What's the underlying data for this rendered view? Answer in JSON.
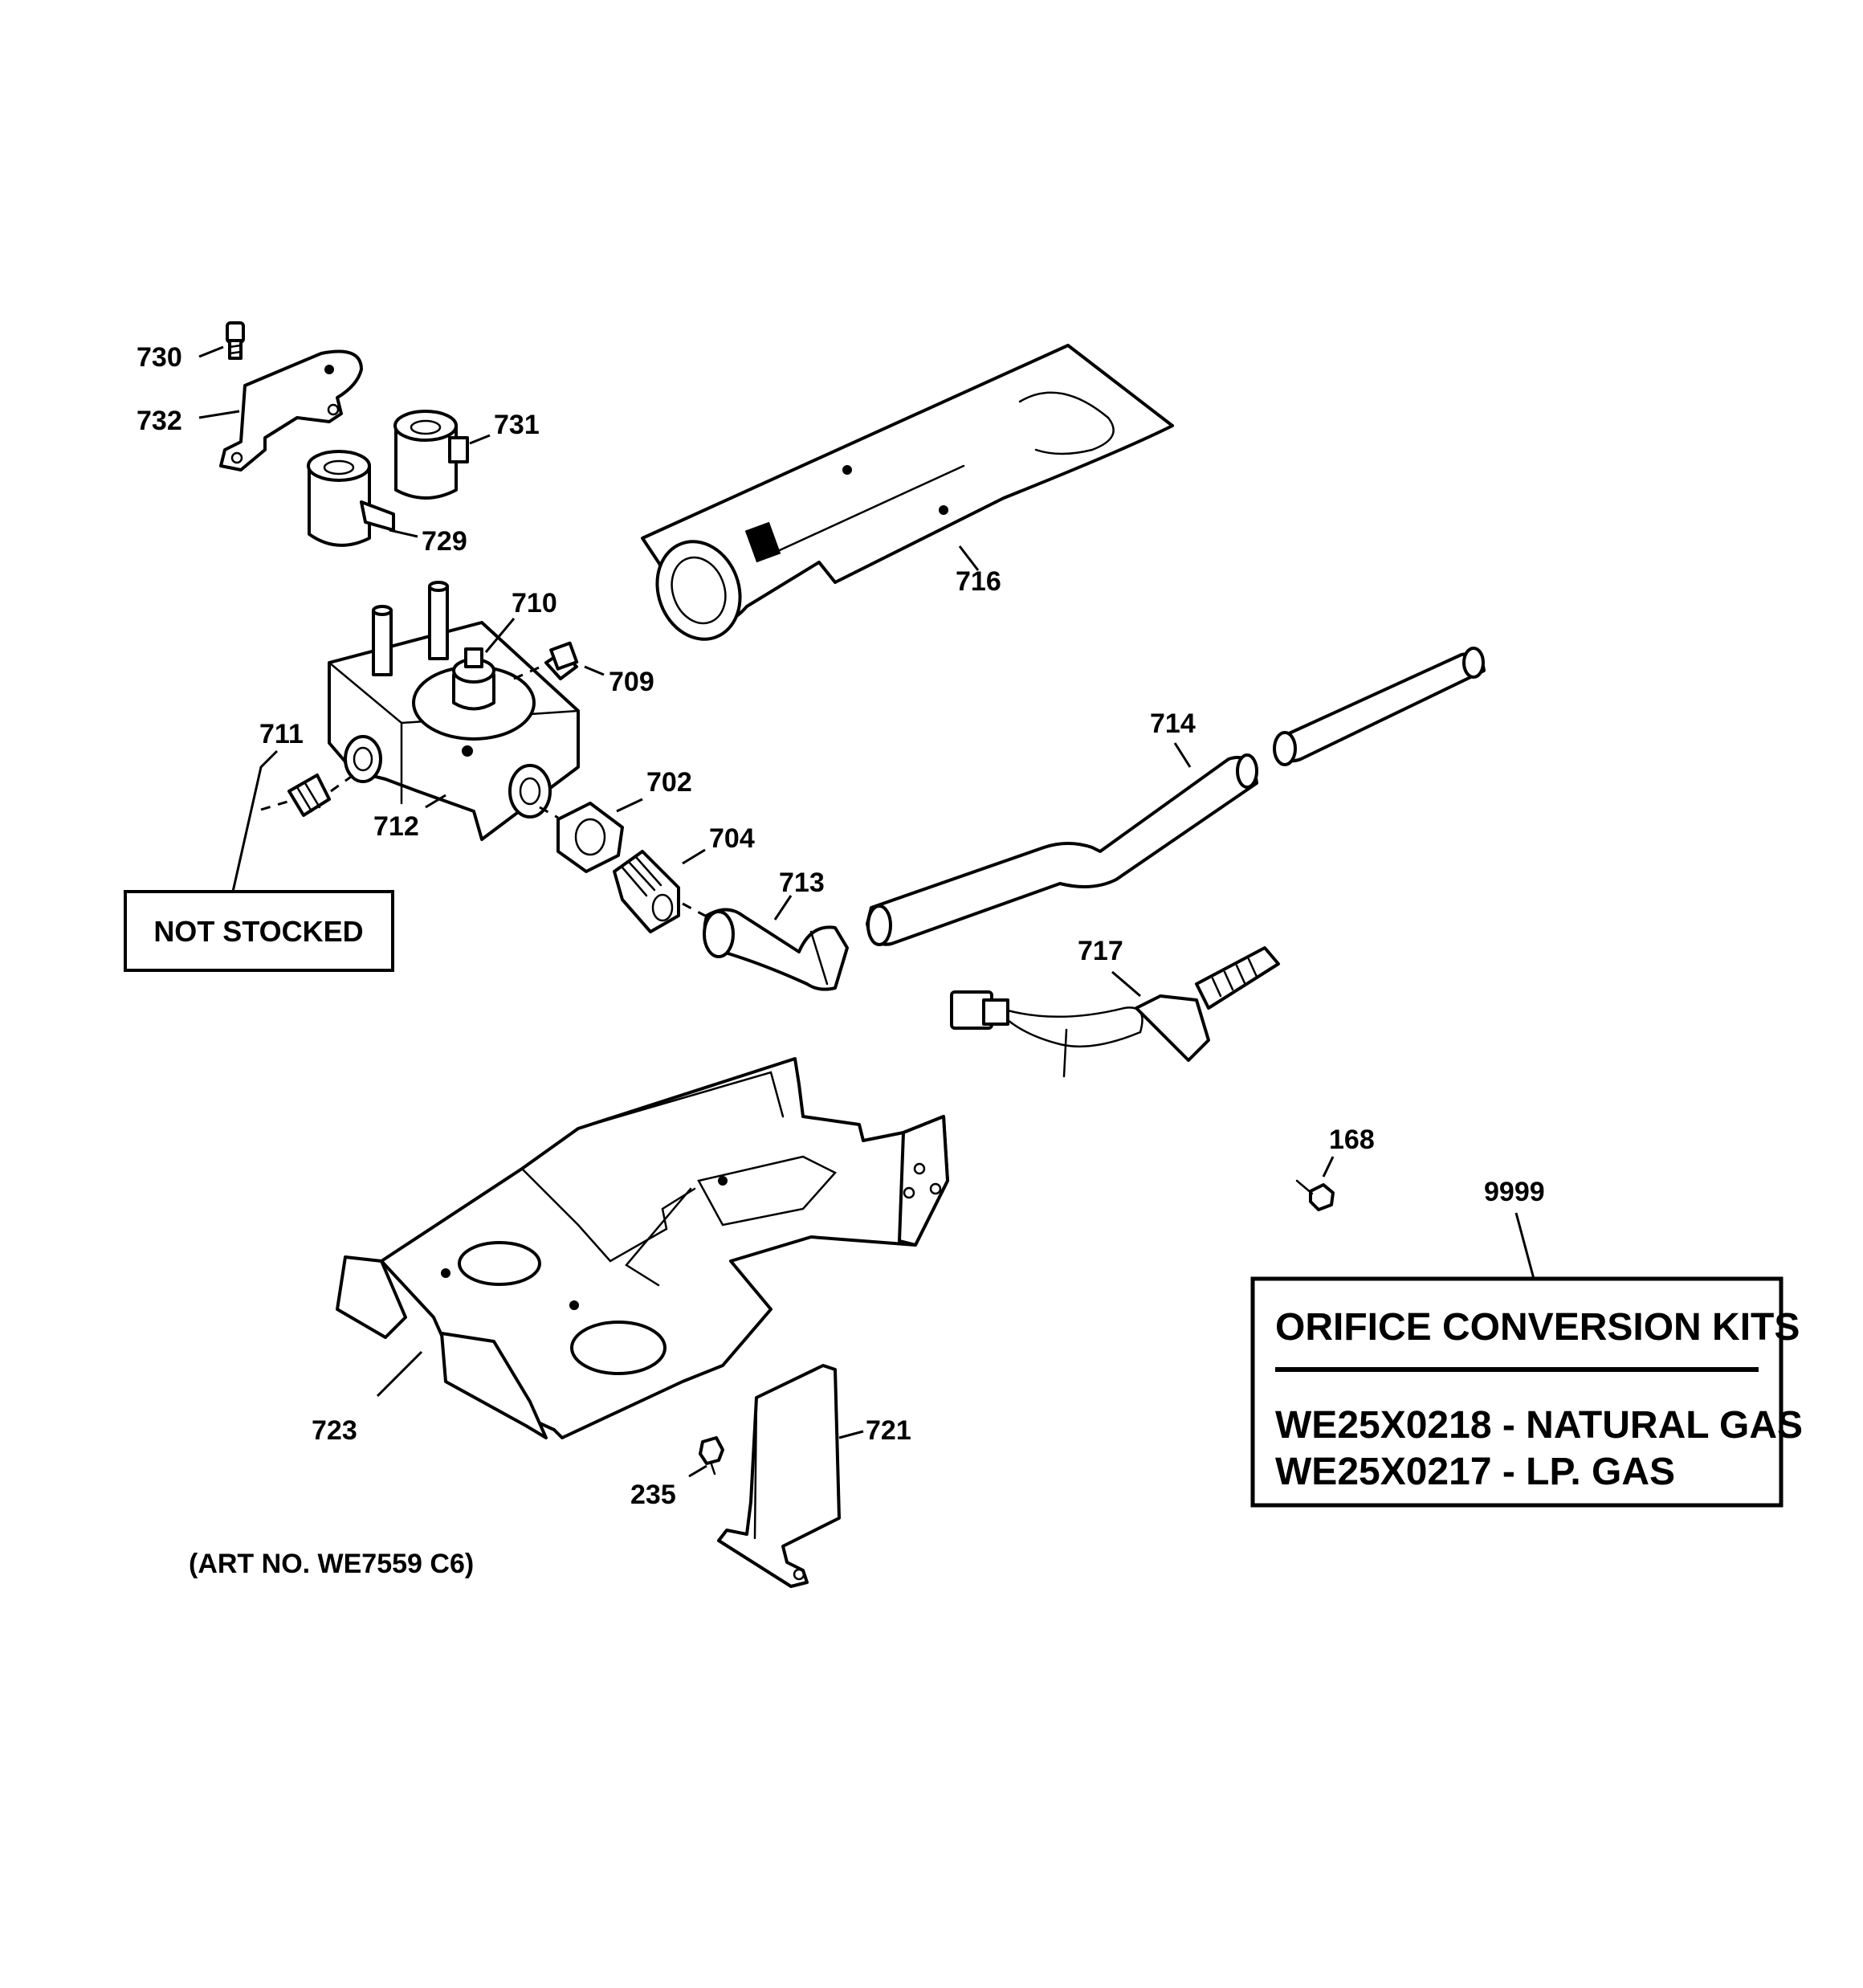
{
  "parts": {
    "p730": "730",
    "p732": "732",
    "p731": "731",
    "p729": "729",
    "p716": "716",
    "p710": "710",
    "p709": "709",
    "p711": "711",
    "p712": "712",
    "p702": "702",
    "p704": "704",
    "p713": "713",
    "p714": "714",
    "p717": "717",
    "p168": "168",
    "p9999": "9999",
    "p723": "723",
    "p721": "721",
    "p235": "235"
  },
  "not_stocked_label": "NOT STOCKED",
  "kit_box": {
    "title": "ORIFICE CONVERSION KITS",
    "line1": "WE25X0218 - NATURAL GAS",
    "line2": "WE25X0217 - LP. GAS"
  },
  "art_number": "(ART NO. WE7559 C6)"
}
